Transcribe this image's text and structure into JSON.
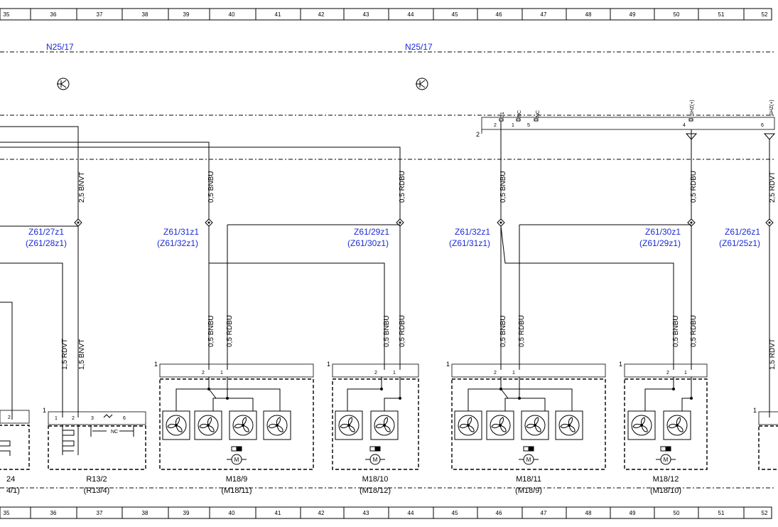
{
  "ruler": {
    "labels": [
      "35",
      "36",
      "37",
      "38",
      "39",
      "40",
      "41",
      "42",
      "43",
      "44",
      "45",
      "46",
      "47",
      "48",
      "49",
      "50",
      "51",
      "52"
    ]
  },
  "connectors": {
    "n25_left": "N25/17",
    "n25_right": "N25/17"
  },
  "splices": [
    {
      "name": "Z61/27z1",
      "alt": "(Z61/28z1)"
    },
    {
      "name": "Z61/31z1",
      "alt": "(Z61/32z1)"
    },
    {
      "name": "Z61/29z1",
      "alt": "(Z61/30z1)"
    },
    {
      "name": "Z61/32z1",
      "alt": "(Z61/31z1)"
    },
    {
      "name": "Z61/30z1",
      "alt": "(Z61/29z1)"
    },
    {
      "name": "Z61/26z1",
      "alt": "(Z61/25z1)"
    }
  ],
  "wires_upper": [
    "2,5 BNVT",
    "0,5 BNBU",
    "0,5 RDBU",
    "0,5 BNBU",
    "0,5 RDBU",
    "2,5 RDVT"
  ],
  "wires_lower": [
    "1,5 RDVT",
    "1,5 BNVT",
    "0,5 BNBU",
    "0,5 RDBU",
    "0,5 BNBU",
    "0,5 RDBU",
    "0,5 BNBU",
    "0,5 RDBU",
    "0,5 BNBU",
    "0,5 RDBU",
    "1,5 RDVT"
  ],
  "top_connector": {
    "pins": [
      "2",
      "1",
      "5",
      "4",
      "6"
    ],
    "pin_labels": [
      "31",
      "NC",
      "NC",
      "SHZ(+)",
      "SHZ(+)"
    ],
    "side_num": "2"
  },
  "components": [
    {
      "name": "M18/9",
      "alt": "(M18/11)",
      "box_num": "1",
      "pins": [
        "2",
        "1"
      ]
    },
    {
      "name": "M18/10",
      "alt": "(M18/12)",
      "box_num": "1",
      "pins": [
        "2",
        "1"
      ]
    },
    {
      "name": "M18/11",
      "alt": "(M18/9)",
      "box_num": "1",
      "pins": [
        "2",
        "1"
      ]
    },
    {
      "name": "M18/12",
      "alt": "(M18/10)",
      "box_num": "1",
      "pins": [
        "2",
        "1"
      ]
    }
  ],
  "resistor": {
    "name": "R13/2",
    "alt": "(R13/4)",
    "box_num": "1",
    "pins": [
      "1",
      "2",
      "3",
      "6"
    ],
    "nc": "NC"
  },
  "left_partial": {
    "name": "24",
    "alt": "4/1)",
    "pin": "2"
  },
  "right_partial": {
    "box_num": "1"
  },
  "motor_symbol": "M"
}
